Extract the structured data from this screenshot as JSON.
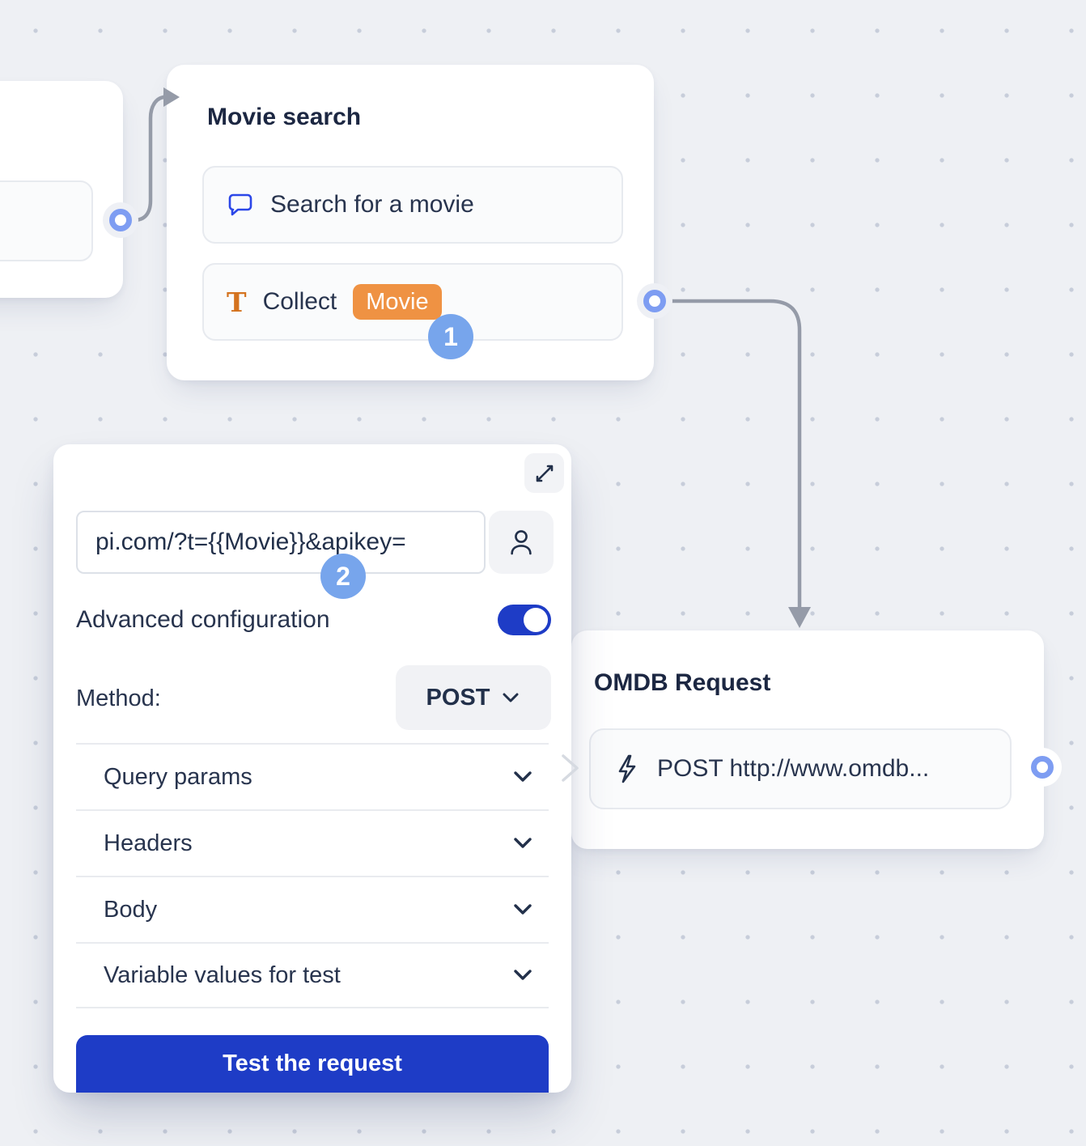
{
  "canvas": {
    "background": "#eef0f4",
    "dot_color": "#c7cdda"
  },
  "colors": {
    "accent_blue": "#1e3cc6",
    "port_blue": "#7e9df2",
    "step_badge_blue": "#77a5ec",
    "variable_badge_orange": "#ef9243",
    "collect_icon_orange": "#d4731f",
    "chat_icon_blue": "#2b46e8",
    "connector_gray": "#959ba8",
    "text_dark": "#1c2742"
  },
  "movie_search_node": {
    "title": "Movie search",
    "message_item": {
      "icon": "chat-bubble-icon",
      "label": "Search for a movie"
    },
    "collect_item": {
      "icon": "text-icon",
      "label": "Collect",
      "variable_badge": "Movie"
    }
  },
  "step_badges": {
    "step1": "1",
    "step2": "2"
  },
  "webhook_panel": {
    "url_input": {
      "value": "pi.com/?t={{Movie}}&apikey="
    },
    "advanced_configuration_label": "Advanced configuration",
    "method_label": "Method:",
    "method_value": "POST",
    "sections": [
      {
        "label": "Query params"
      },
      {
        "label": "Headers"
      },
      {
        "label": "Body"
      },
      {
        "label": "Variable values for test"
      }
    ],
    "test_button_label": "Test the request"
  },
  "omdb_node": {
    "title": "OMDB Request",
    "request_item": {
      "icon": "lightning-icon",
      "label": "POST http://www.omdb..."
    }
  }
}
